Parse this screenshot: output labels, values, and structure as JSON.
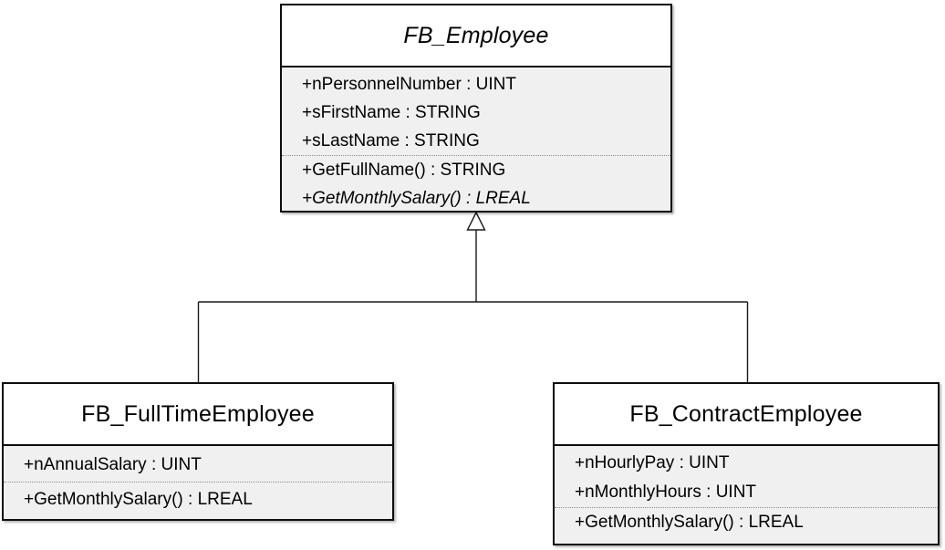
{
  "diagram": {
    "type": "uml-class-diagram",
    "classes": [
      {
        "name": "FB_Employee",
        "abstract": true,
        "attributes": [
          "+nPersonnelNumber : UINT",
          "+sFirstName : STRING",
          "+sLastName : STRING"
        ],
        "methods": [
          {
            "text": "+GetFullName() : STRING",
            "abstract": false
          },
          {
            "text": "+GetMonthlySalary() : LREAL",
            "abstract": true
          }
        ]
      },
      {
        "name": "FB_FullTimeEmployee",
        "abstract": false,
        "attributes": [
          "+nAnnualSalary : UINT"
        ],
        "methods": [
          {
            "text": "+GetMonthlySalary() : LREAL",
            "abstract": false
          }
        ]
      },
      {
        "name": "FB_ContractEmployee",
        "abstract": false,
        "attributes": [
          "+nHourlyPay : UINT",
          "+nMonthlyHours : UINT"
        ],
        "methods": [
          {
            "text": "+GetMonthlySalary() : LREAL",
            "abstract": false
          }
        ]
      }
    ],
    "relationships": [
      {
        "type": "inheritance",
        "from": "FB_FullTimeEmployee",
        "to": "FB_Employee"
      },
      {
        "type": "inheritance",
        "from": "FB_ContractEmployee",
        "to": "FB_Employee"
      }
    ],
    "colors": {
      "border": "#0d0d0d",
      "title_bg": "#ffffff",
      "members_bg": "#f0f0f0",
      "dotted_divider": "#8c8c8c",
      "line": "#1a1a1a",
      "text": "#000000"
    }
  }
}
